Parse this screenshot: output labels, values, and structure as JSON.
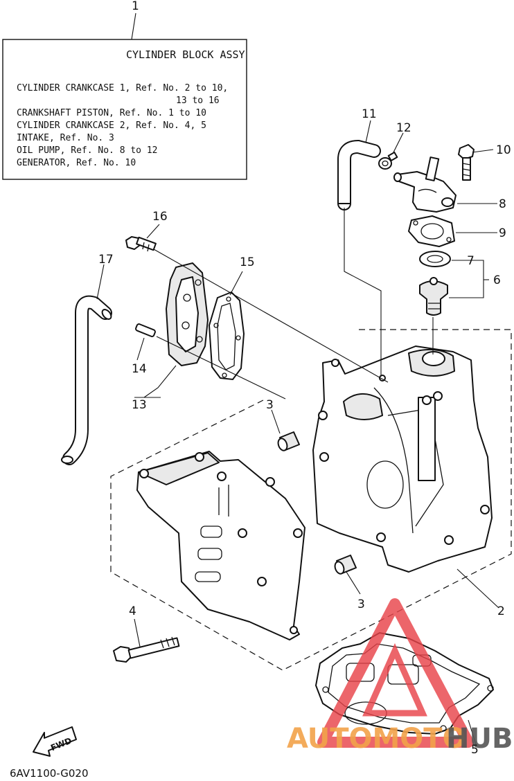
{
  "info_box": {
    "title": "CYLINDER BLOCK ASSY",
    "lines": [
      "CYLINDER CRANKCASE 1,  Ref. No. 2 to 10,",
      "13 to 16",
      "CRANKSHAFT PISTON,  Ref. No. 1 to 10",
      "CYLINDER CRANKCASE 2,  Ref. No. 4, 5",
      "INTAKE,  Ref. No. 3",
      "OIL PUMP,  Ref. No. 8 to 12",
      "GENERATOR,  Ref. No. 10"
    ]
  },
  "callouts": {
    "c1": "1",
    "c2": "2",
    "c3a": "3",
    "c3b": "3",
    "c4": "4",
    "c5": "5",
    "c6": "6",
    "c7": "7",
    "c8": "8",
    "c9": "9",
    "c10": "10",
    "c11": "11",
    "c12": "12",
    "c13": "13",
    "c14": "14",
    "c15": "15",
    "c16": "16",
    "c17": "17"
  },
  "fwd_label": "FWD",
  "diagram_code": "6AV1100-G020",
  "watermark": {
    "text_part1": "AUTOMOTO",
    "text_part2": "HUB",
    "color_primary": "#f2a34a",
    "color_secondary": "#555555",
    "logo_color": "#e8444a"
  }
}
